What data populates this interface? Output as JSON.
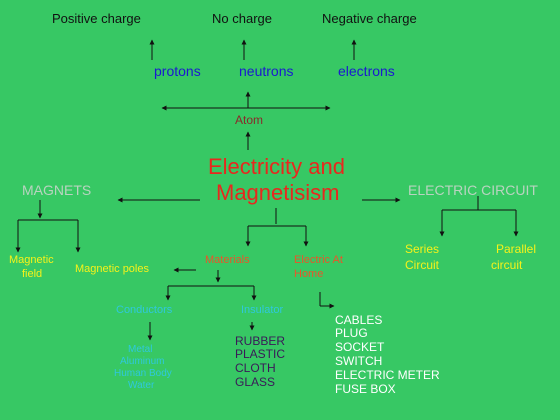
{
  "colors": {
    "background": "#37c864",
    "line": "#111111",
    "central": "#e8281e",
    "subatomic": "#1a1ad0",
    "magnets": "#b9d3c0",
    "yellow_labels": "#f6f21a",
    "materials": "#e8562a",
    "conductors": "#2fc8dc",
    "household": "#ffffff"
  },
  "charges": {
    "positive": "Positive charge",
    "none": "No charge",
    "negative": "Negative charge"
  },
  "particles": {
    "protons": "protons",
    "neutrons": "neutrons",
    "electrons": "electrons"
  },
  "atom": "Atom",
  "central": {
    "line1": "Electricity and",
    "line2": "Magnetisism"
  },
  "magnets": {
    "title": "MAGNETS",
    "field_line1": "Magnetic",
    "field_line2": "field",
    "poles": "Magnetic poles"
  },
  "circuit": {
    "title": "ELECTRIC CIRCUIT",
    "series_line1": "Series",
    "series_line2": "Circuit",
    "parallel_line1": "Parallel",
    "parallel_line2": "circuit"
  },
  "materials": {
    "title": "Materials",
    "conductors": "Conductors",
    "insulator": "Insulator",
    "conductor_examples": [
      "Metal",
      "Aluminum",
      "Human Body",
      "Water"
    ],
    "insulator_examples": [
      "RUBBER",
      "PLASTIC",
      "CLOTH",
      "GLASS"
    ]
  },
  "home": {
    "title_line1": "Electric At",
    "title_line2": "Home",
    "items": [
      "CABLES",
      "PLUG",
      "SOCKET",
      "SWITCH",
      "ELECTRIC METER",
      "FUSE BOX"
    ]
  }
}
